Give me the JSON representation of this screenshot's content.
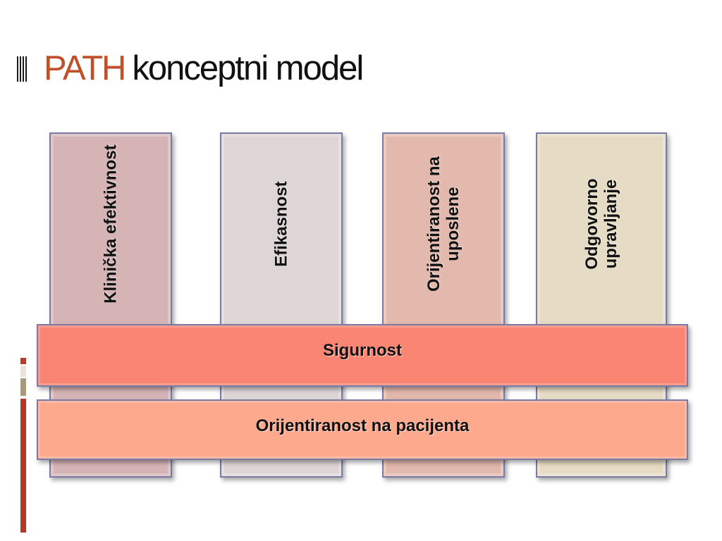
{
  "title": {
    "accent": "PATH",
    "rest": "konceptni model"
  },
  "pillars": [
    {
      "label": "Klinička efektivnost"
    },
    {
      "label": "Efikasnost"
    },
    {
      "label": "Orijentiranost na uposlene"
    },
    {
      "label": "Odgovorno upravljanje"
    }
  ],
  "bands": [
    {
      "label": "Sigurnost"
    },
    {
      "label": "Orijentiranost na pacijenta"
    }
  ],
  "colors": {
    "title_accent": "#c0502a",
    "pillar_1": "#d6b4b6",
    "pillar_2": "#ddd5d6",
    "pillar_3": "#e3b8ad",
    "pillar_4": "#e6dbc4",
    "band_1": "#fa8572",
    "band_2": "#fca98e"
  }
}
